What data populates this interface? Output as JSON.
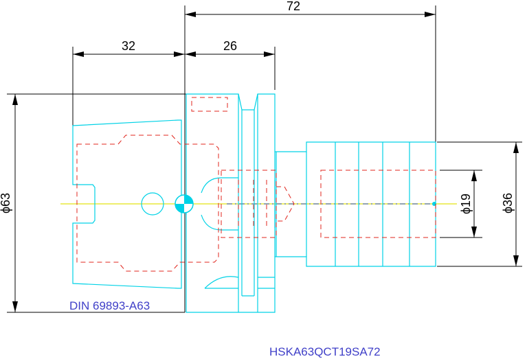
{
  "dimensions": {
    "overall_length": "72",
    "flange_width": "32",
    "collar_width": "26",
    "flange_diameter": "ϕ63",
    "bore_diameter": "ϕ19",
    "shank_diameter": "ϕ36"
  },
  "labels": {
    "standard": "DIN 69893-A63",
    "part_number": "HSKA63QCT19SA72"
  },
  "colors": {
    "outline": "#00d2e6",
    "hidden_lines": "#e0241c",
    "centerline": "#e8e83a",
    "dimension_lines": "#000000",
    "label_text": "#4040c8"
  }
}
